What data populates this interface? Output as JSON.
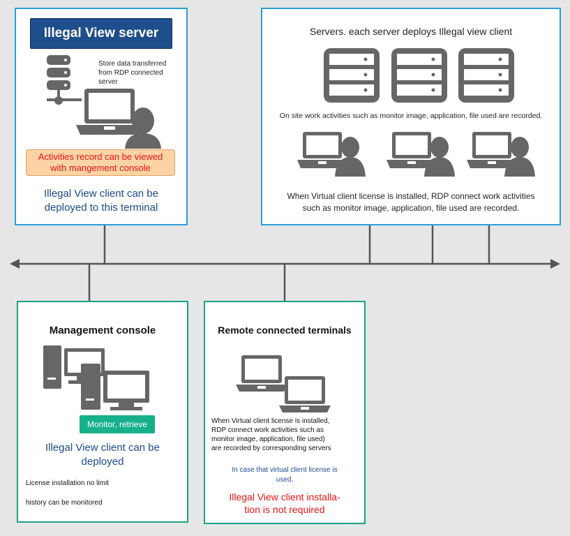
{
  "server_box": {
    "title": "Illegal View server",
    "store_note": "Store data transferred\nfrom RDP connected\nserver",
    "callout": "Activities record can be viewed\nwith mangement console",
    "client_note": "Illegal View client can be\ndeployed to this terminal"
  },
  "servers_box": {
    "title": "Servers. each server deploys Illegal view client",
    "onsite_note": "On site work activities such as monitor image, application, file used are recorded.",
    "virtual_note": "When Virtual client license is installed, RDP connect work activities\nsuch as monitor image, application, file used are recorded."
  },
  "mgmt_box": {
    "title": "Management console",
    "badge": "Monitor, retrieve",
    "client_note": "Illegal View client can be\ndeployed",
    "license_note": "License installation no limit",
    "history_note": "history can be monitored"
  },
  "remote_box": {
    "title": "Remote connected terminals",
    "virtual_note": "When Virtual client license is installed,\nRDP connect work activities such as\nmonitor image, application, file used)\nare recorded by corresponding servers",
    "case_note": "In case that virtual client license is\nused,",
    "not_required": "Illegal View client installa-\ntion is not required"
  },
  "colors": {
    "box_border_blue": "#2a9fd8",
    "box_border_green": "#1aa384",
    "title_bg": "#1f4e8c",
    "callout_bg": "#fbd3a4",
    "callout_text": "#e81414",
    "note_blue": "#1a4a8c",
    "badge_bg": "#16b08c",
    "icon_gray": "#666666",
    "network_line": "#555555"
  },
  "icons": [
    "server-stack-icon",
    "laptop-icon",
    "person-icon",
    "desktop-computer-icon"
  ]
}
